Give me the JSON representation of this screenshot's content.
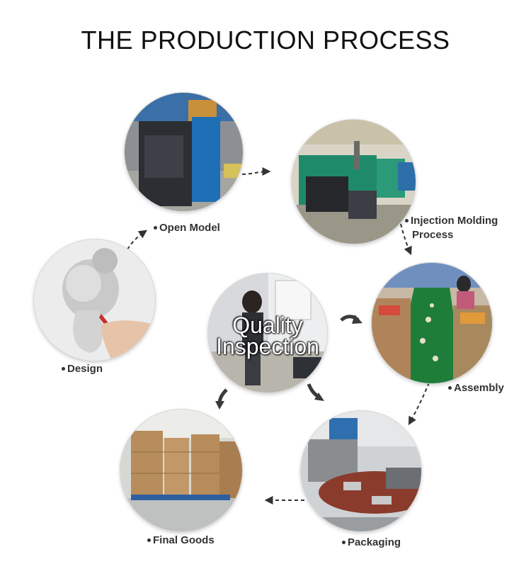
{
  "title": "THE PRODUCTION PROCESS",
  "steps": {
    "design": "Design",
    "open_model": "Open Model",
    "injection_line1": "Injection Molding",
    "injection_line2": "Process",
    "assembly": "Assembly",
    "packaging": "Packaging",
    "final_goods": "Final Goods"
  },
  "center": {
    "line1": "Quality",
    "line2": "Inspection"
  },
  "colors": {
    "arrow": "#333333",
    "curved_arrow": "#3a3a3a"
  }
}
